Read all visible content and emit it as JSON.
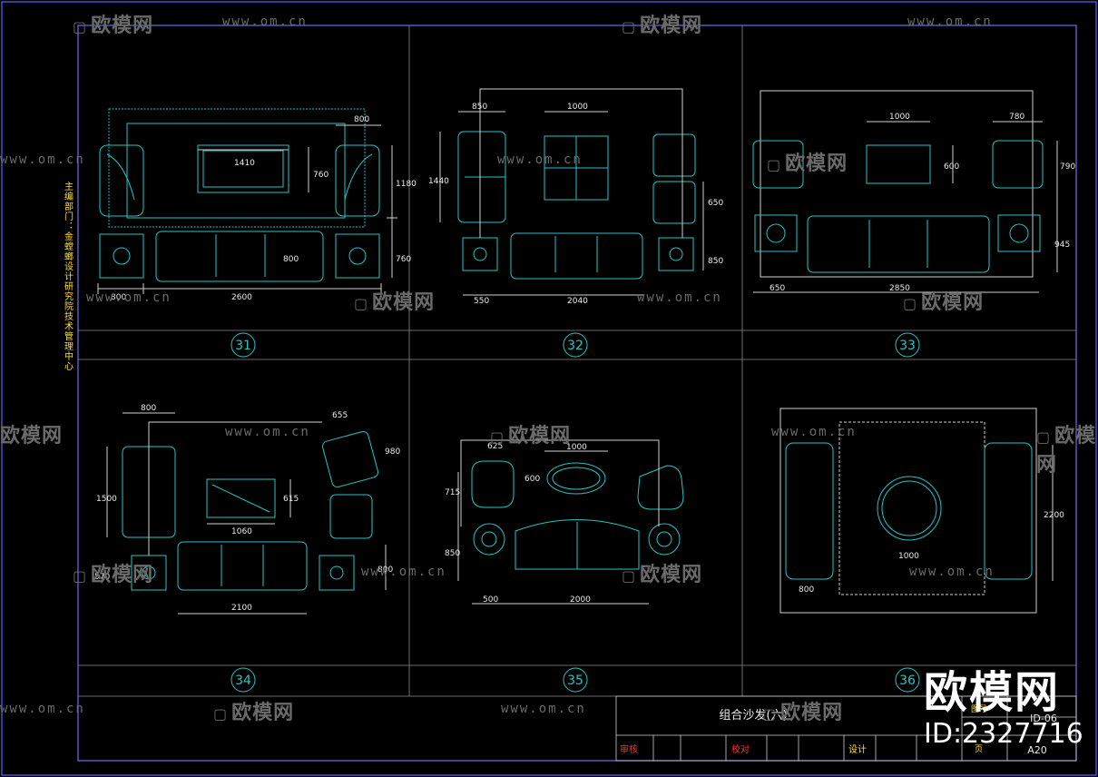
{
  "sheet": {
    "vertical_note": "主编部门：金螳螂设计研究院技术管理中心",
    "title": "组合沙发(六)",
    "drawing_no": "ID-06",
    "size": "A20",
    "labels": {
      "review": "审核",
      "check": "校对",
      "design": "设计",
      "no": "图号",
      "page": "页"
    }
  },
  "watermark": {
    "brand": "欧模网",
    "url": "www.om.cn"
  },
  "brand_badge": {
    "name": "欧模网",
    "id": "ID:2327716"
  },
  "panels": [
    {
      "num": "31",
      "dims": [
        "800",
        "1410",
        "760",
        "1180",
        "800",
        "760",
        "800",
        "2600"
      ]
    },
    {
      "num": "32",
      "dims": [
        "850",
        "1000",
        "1440",
        "650",
        "850",
        "550",
        "2040"
      ]
    },
    {
      "num": "33",
      "dims": [
        "1000",
        "780",
        "600",
        "790",
        "945",
        "650",
        "2850"
      ]
    },
    {
      "num": "34",
      "dims": [
        "800",
        "655",
        "980",
        "1500",
        "615",
        "1060",
        "570",
        "800",
        "2100"
      ]
    },
    {
      "num": "35",
      "dims": [
        "625",
        "1000",
        "600",
        "715",
        "850",
        "500",
        "2000"
      ]
    },
    {
      "num": "36",
      "dims": [
        "2200",
        "1000",
        "800"
      ]
    }
  ],
  "colors": {
    "line": "#27c4c4",
    "frame": "#6e6ee8",
    "white": "#e8e8e8",
    "red": "#ff3030",
    "yellow": "#ffdf3a",
    "watermark": "#6a6a6a"
  }
}
